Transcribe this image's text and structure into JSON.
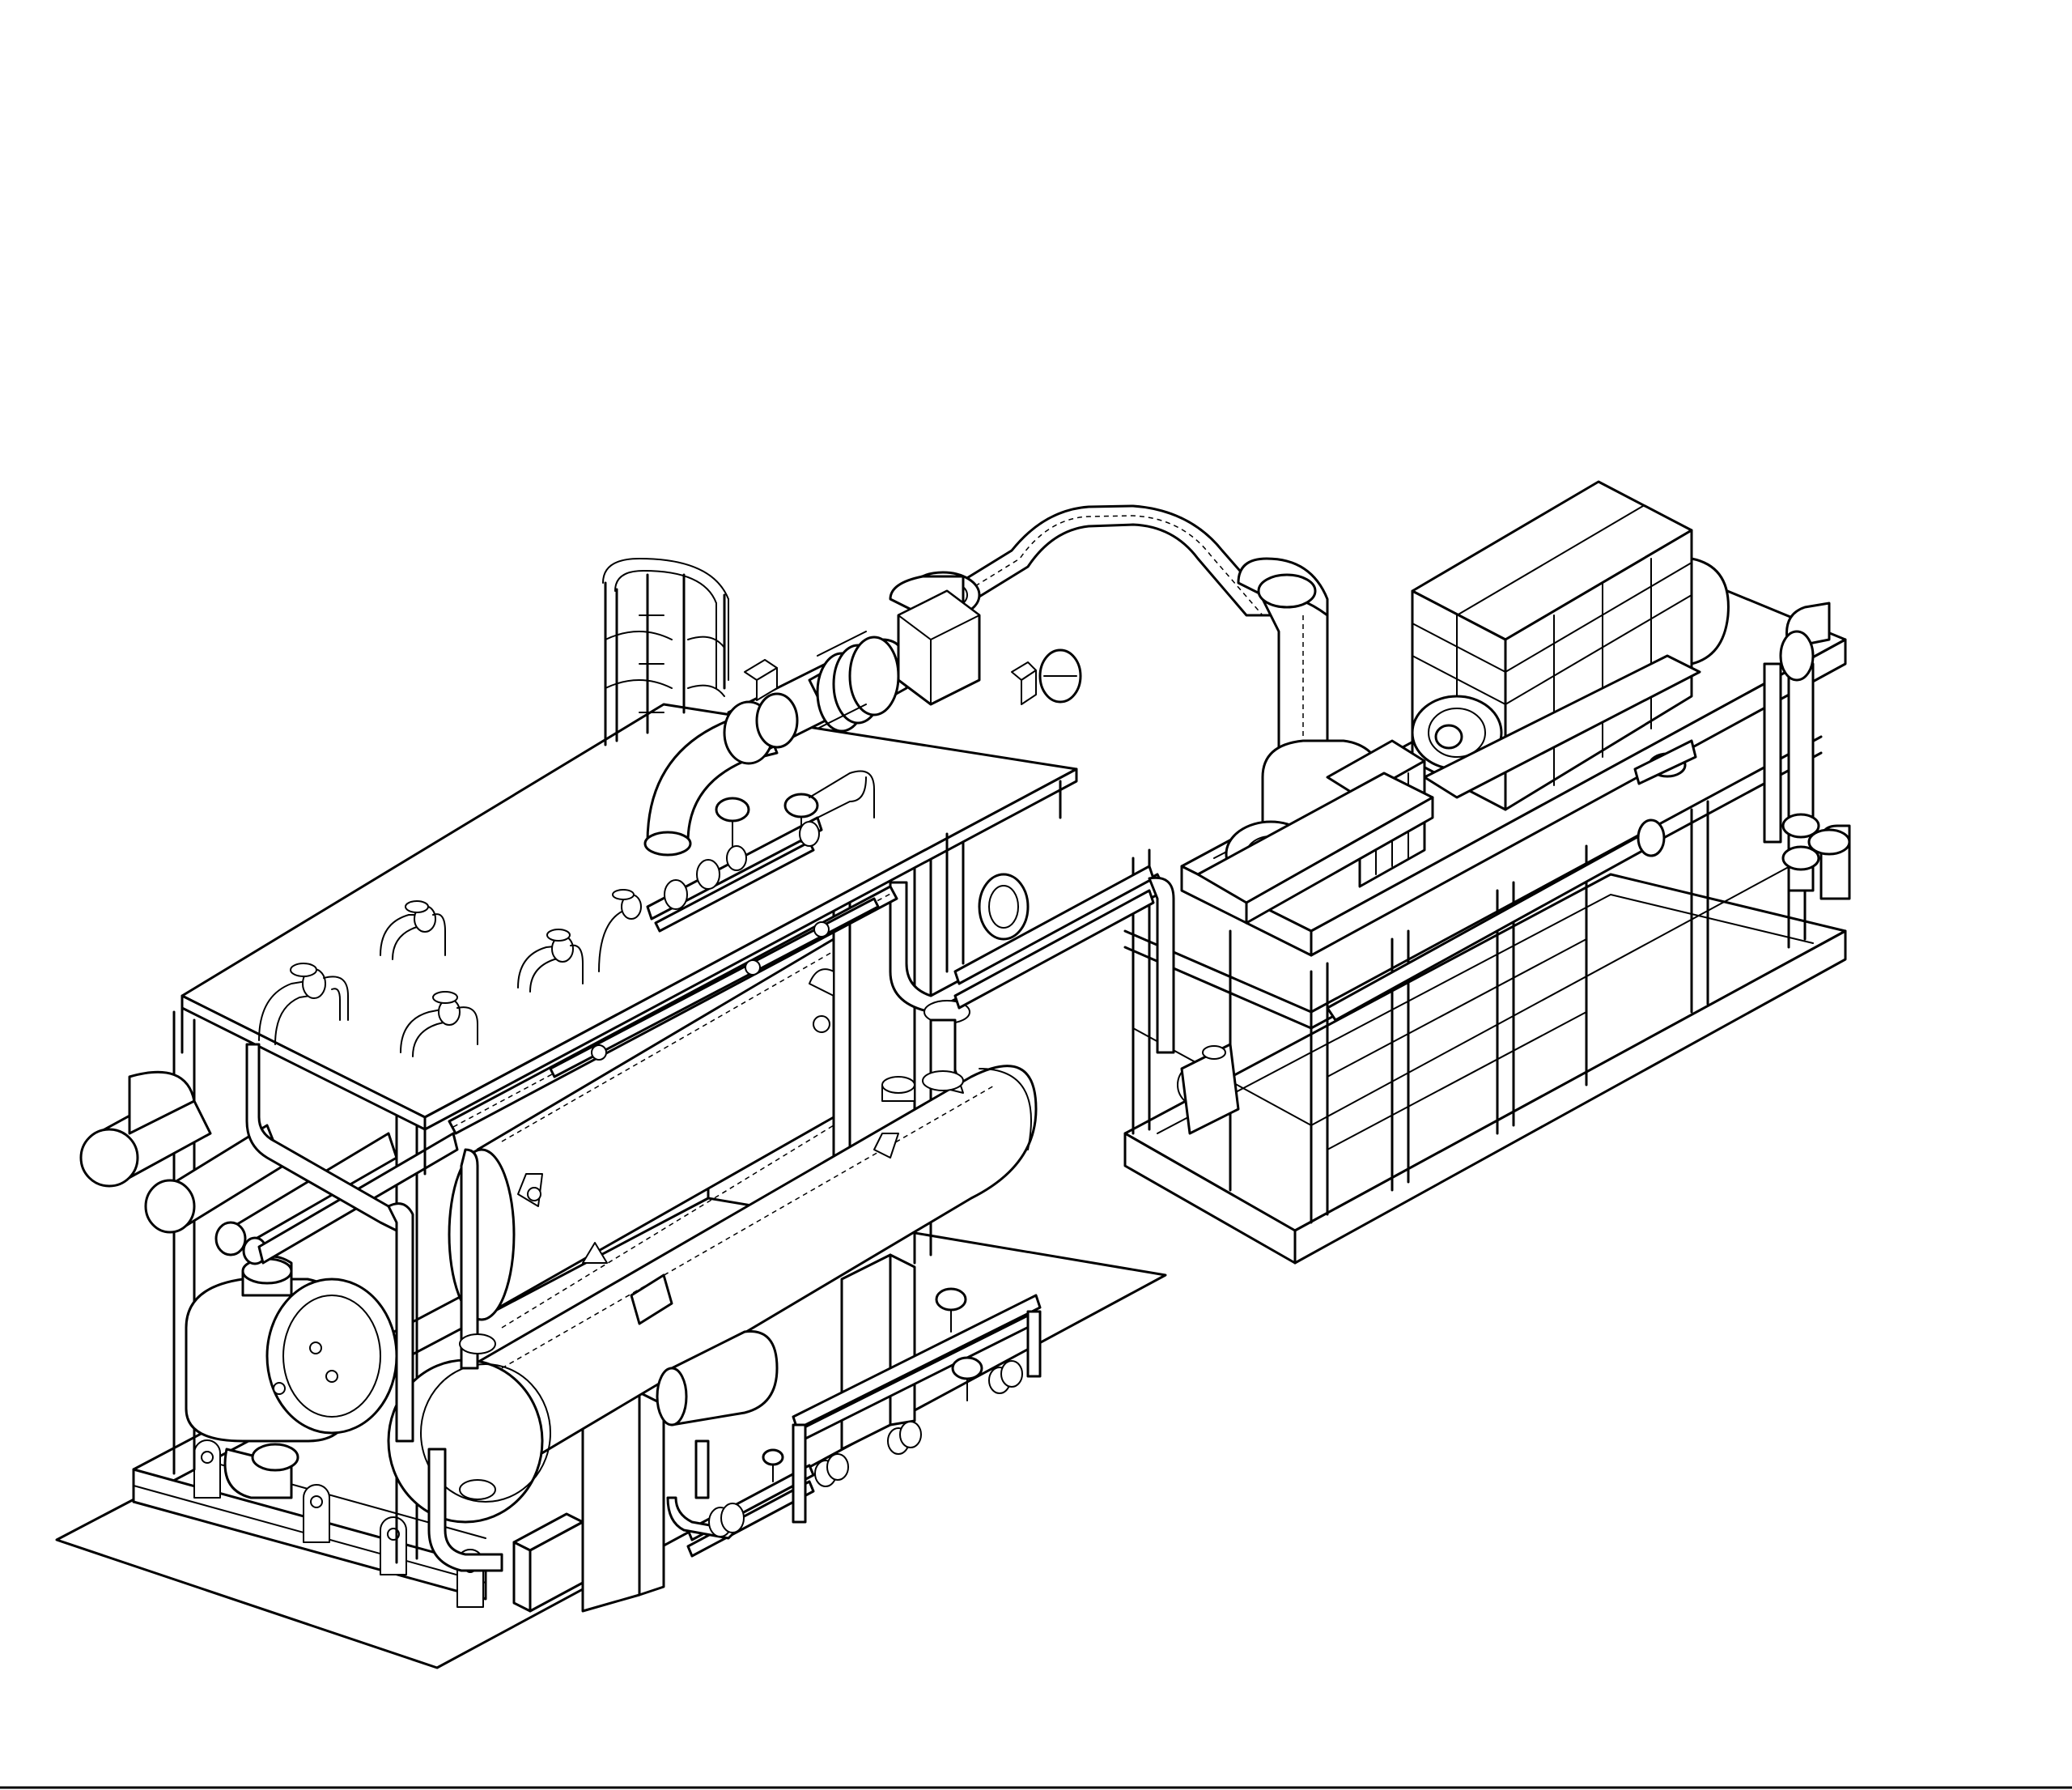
{
  "drawing": {
    "style": "isometric line drawing",
    "line_color": "#000000",
    "background_color": "#ffffff",
    "components": [
      {
        "name": "skid-base-platform",
        "icon": "skid-frame-icon"
      },
      {
        "name": "heat-exchanger-upper",
        "icon": "vessel-icon"
      },
      {
        "name": "heat-exchanger-lower",
        "icon": "vessel-icon"
      },
      {
        "name": "top-deck-manifold",
        "icon": "deck-icon"
      },
      {
        "name": "access-ladder-cage",
        "icon": "ladder-icon"
      },
      {
        "name": "overhead-pipe-loop",
        "icon": "pipe-icon"
      },
      {
        "name": "motor-housing",
        "icon": "motor-icon"
      },
      {
        "name": "pump-compressor",
        "icon": "pump-icon"
      },
      {
        "name": "gate-valves",
        "icon": "valve-icon"
      }
    ]
  }
}
